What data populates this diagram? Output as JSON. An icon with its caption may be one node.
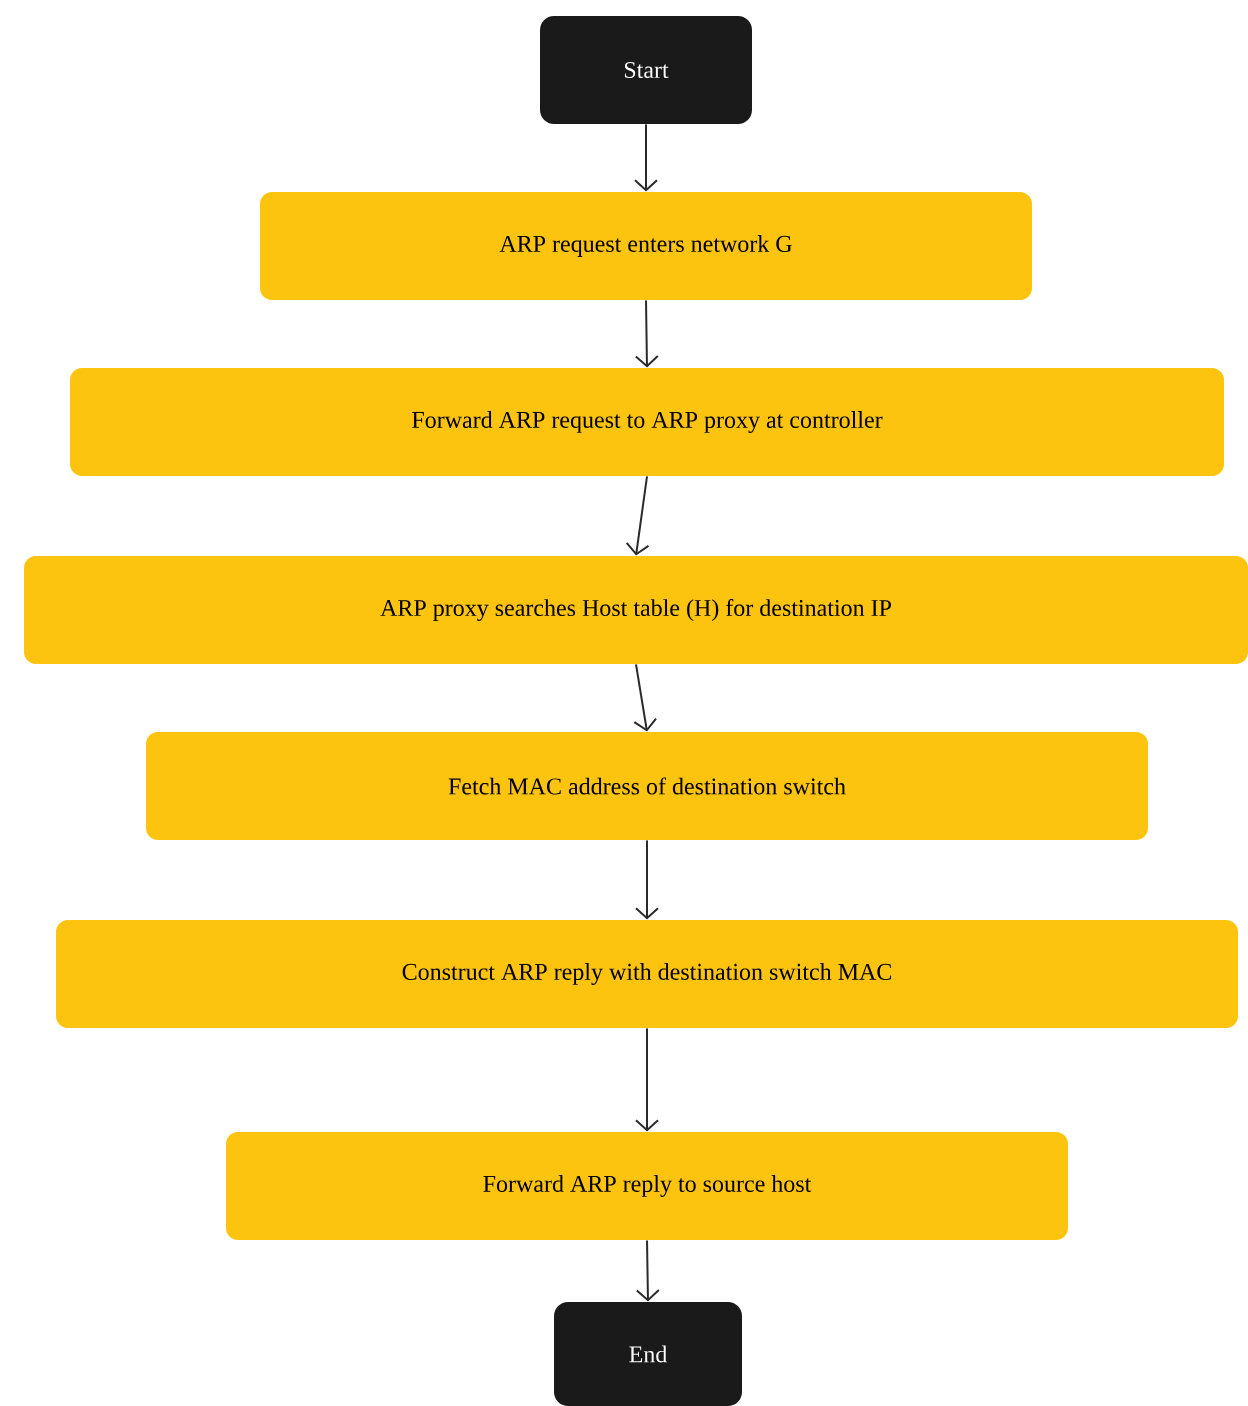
{
  "diagram": {
    "nodes": [
      {
        "text": [
          "Start"
        ]
      },
      {
        "text": [
          "ARP request enters network G"
        ]
      },
      {
        "text": [
          "Forward ARP request to ARP proxy at controller"
        ]
      },
      {
        "text": [
          "ARP proxy searches Host table (H) for destination IP"
        ]
      },
      {
        "text": [
          "Fetch MAC address of destination switch"
        ]
      },
      {
        "text": [
          "Construct ARP reply with destination switch MAC"
        ]
      },
      {
        "text": [
          "Forward ARP reply to source host"
        ]
      },
      {
        "text": [
          "End"
        ]
      }
    ],
    "edges": [
      {
        "from": 0,
        "to": 1,
        "arrow": "to"
      },
      {
        "from": 1,
        "to": 2,
        "arrow": "to"
      },
      {
        "from": 2,
        "to": 3,
        "arrow": "to"
      },
      {
        "from": 3,
        "to": 4,
        "arrow": "to"
      },
      {
        "from": 4,
        "to": 5,
        "arrow": "to"
      },
      {
        "from": 5,
        "to": 6,
        "arrow": "to"
      },
      {
        "from": 6,
        "to": 7,
        "arrow": "to"
      }
    ]
  }
}
